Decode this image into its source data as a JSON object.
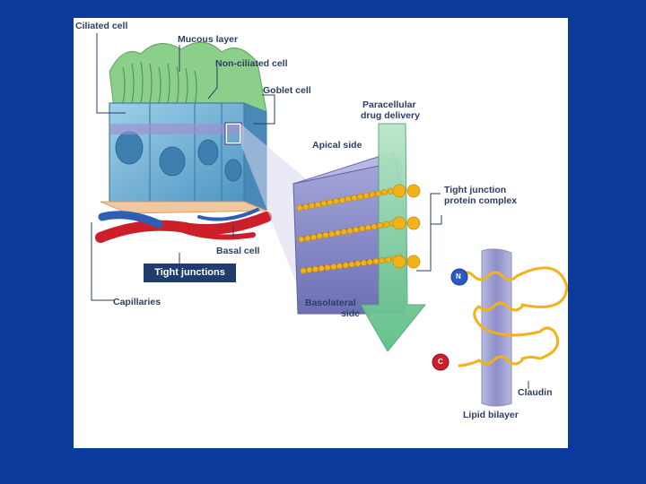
{
  "labels": {
    "ciliated_cell": "Ciliated cell",
    "mucous_layer": "Mucous layer",
    "non_ciliated_cell": "Non-ciliated cell",
    "goblet_cell": "Goblet cell",
    "paracellular_line1": "Paracellular",
    "paracellular_line2": "drug delivery",
    "apical_side": "Apical side",
    "tight_junction_line1": "Tight junction",
    "tight_junction_line2": "protein complex",
    "basal_cell": "Basal cell",
    "tight_junctions": "Tight junctions",
    "capillaries": "Capillaries",
    "basolateral_line1": "Basolateral",
    "basolateral_line2": "side",
    "n_terminus": "N",
    "c_terminus": "C",
    "claudin": "Claudin",
    "lipid_bilayer": "Lipid bilayer"
  },
  "colors": {
    "background": "#0a3a9c",
    "panel": "#ffffff",
    "label_text": "#2c3e63",
    "cell_blue": "#6fb3d6",
    "mucus_green": "#8ccf8a",
    "membrane_purple": "#8d8fc9",
    "junction_yellow": "#f2b21a",
    "vessel_red": "#cc1f2a",
    "vessel_blue": "#2f5fb5",
    "arrow_green": "#7cc99a"
  }
}
